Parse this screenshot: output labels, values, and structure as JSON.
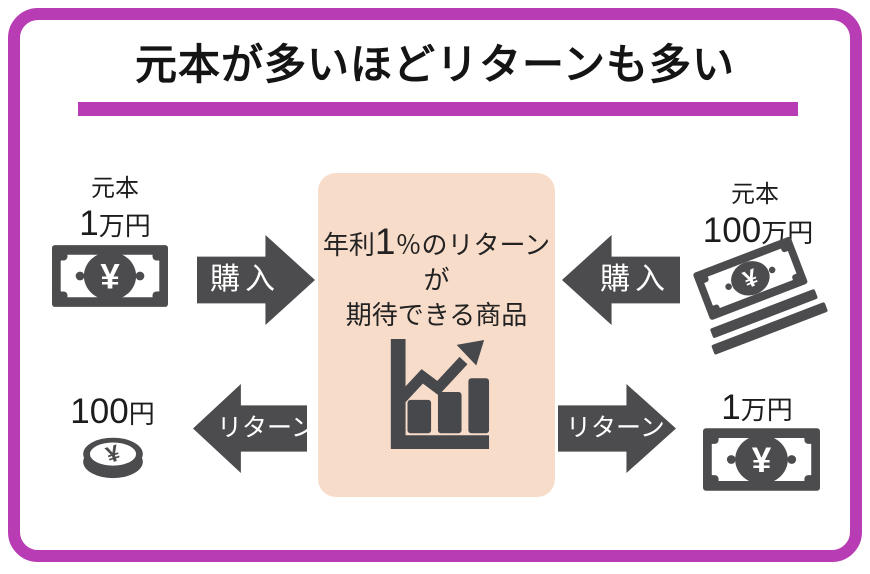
{
  "title": "元本が多いほどリターンも多い",
  "colors": {
    "accent_magenta": "#b83cb4",
    "icon_dark_gray": "#4c4c4e",
    "product_box_bg": "#f8dcca"
  },
  "groups": {
    "principal_small": {
      "label": "元本",
      "num": "1",
      "unit": "万円"
    },
    "principal_large": {
      "label": "元本",
      "num": "100",
      "unit": "万円"
    },
    "return_small": {
      "num": "100",
      "unit": "円"
    },
    "return_large": {
      "num": "1",
      "unit": "万円"
    }
  },
  "arrows": {
    "buy_left": "購入",
    "buy_right": "購入",
    "return_left": "リターン",
    "return_right": "リターン"
  },
  "product_box": {
    "line1_pre": "年利",
    "line1_num": "1",
    "line1_post": "％のリターンが",
    "line2": "期待できる商品"
  },
  "icons": {
    "currency_symbol": "¥",
    "single_banknote": "yen-banknote-icon",
    "banknote_stack": "yen-banknote-stack-icon",
    "coin": "yen-coin-icon",
    "chart": "growth-chart-icon"
  }
}
